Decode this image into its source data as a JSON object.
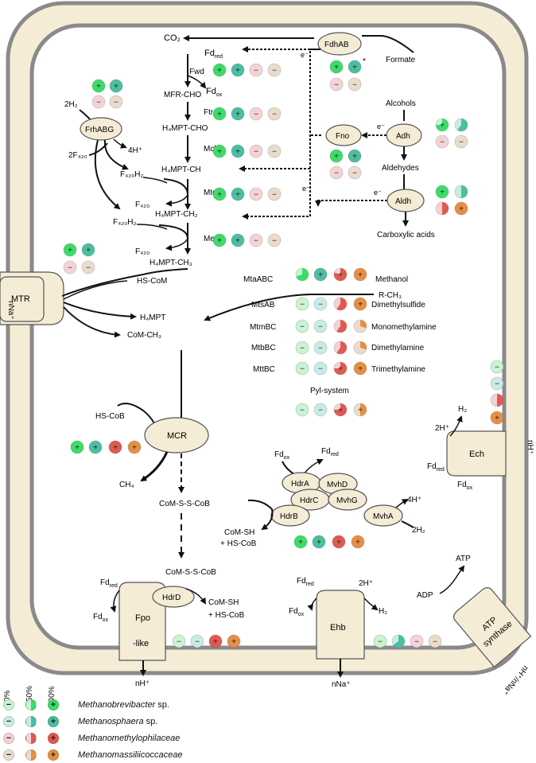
{
  "colors": {
    "brev_full": "#3ddc6a",
    "brev_light": "#c9f3d2",
    "sph_full": "#4bbf9f",
    "sph_light": "#c8ece3",
    "methylo_full": "#e05a52",
    "methylo_light": "#f4d3d6",
    "massil_full": "#e68f45",
    "massil_light": "#e9dccd",
    "cell_fill": "#f5ecd6",
    "membrane": "#7a7a7a"
  },
  "metabolites": {
    "co2": "CO₂",
    "fd_red_top": "Fd",
    "fd_red_top_sub": "red",
    "fwd": "Fwd",
    "fd_ox_top": "Fd",
    "fd_ox_top_sub": "ox",
    "mfr_cho": "MFR-CHO",
    "ftr": "Ftr",
    "h4mpt_cho": "H₄MPT-CHO",
    "mch": "Mch",
    "h4mpt_ch": "H₄MPT-CH",
    "mtd": "Mtd",
    "f420_a": "F₄₂₀",
    "h4mpt_ch2": "H₄MPT-CH₂",
    "mer": "Mer",
    "f420_b": "F₄₂₀",
    "h4mpt_ch3": "H₄MPT-CH₃",
    "hs_com": "HS-CoM",
    "h4mpt": "H₄MPT",
    "com_ch3": "CoM-CH₃",
    "two_h2": "2H₂",
    "frhabg": "FrhABG",
    "four_h": "4H⁺",
    "two_f420": "2F₄₂₀",
    "f420h2_a": "F₄₂₀H₂",
    "f420h2_b": "F₄₂₀H₂",
    "fdhab": "FdhAB",
    "formate": "Formate",
    "e_minus_1": "e⁻",
    "e_minus_2": "e⁻",
    "e_minus_3": "e⁻",
    "e_minus_4": "e⁻",
    "alcohols": "Alcohols",
    "fno": "Fno",
    "adh": "Adh",
    "aldehydes": "Aldehydes",
    "aldh": "Aldh",
    "carboxylic": "Carboxylic acids",
    "mtaabc": "MtaABC",
    "methanol": "Methanol",
    "r_ch3": "R-CH₃",
    "mtsab": "MtsAB",
    "dms": "Dimethylsulfide",
    "mtmbc": "MtmBC",
    "mma": "Monomethylamine",
    "mtbbc": "MtbBC",
    "dma": "Dimethylamine",
    "mttbc": "MttBC",
    "tma": "Trimethylamine",
    "pyl": "Pyl-system",
    "mtr": "MTR",
    "nna_left": "nNa⁺",
    "hs_cob": "HS-CoB",
    "mcr": "MCR",
    "ch4": "CH₄",
    "com_s_s_cob_1": "CoM-S-S-CoB",
    "com_s_s_cob_2": "CoM-S-S-CoB",
    "fd_ox_hdr": "Fd",
    "fd_ox_hdr_sub": "ox",
    "fd_red_hdr": "Fd",
    "fd_red_hdr_sub": "red",
    "hdra": "HdrA",
    "mvhd": "MvhD",
    "hdrc": "HdrC",
    "mvhg": "MvhG",
    "hdrb": "HdrB",
    "mvha": "MvhA",
    "four_h_hdr": "4H⁺",
    "two_h2_hdr": "2H₂",
    "com_sh_1": "CoM-SH",
    "hs_cob_1": "+ HS-CoB",
    "ech": "Ech",
    "h2_ech": "H₂",
    "two_h_ech": "2H⁺",
    "fd_red_ech": "Fd",
    "fd_red_ech_sub": "red",
    "fd_ox_ech": "Fd",
    "fd_ox_ech_sub": "ox",
    "nh_right": "nH⁺",
    "fd_red_fpo": "Fd",
    "fd_red_fpo_sub": "red",
    "fd_ox_fpo": "Fd",
    "fd_ox_fpo_sub": "ox",
    "fpo": "Fpo",
    "like": "-like",
    "hdrd": "HdrD",
    "com_sh_2": "CoM-SH",
    "hs_cob_2": "+ HS-CoB",
    "nh_bottom": "nH⁺",
    "fd_red_ehb": "Fd",
    "fd_red_ehb_sub": "red",
    "two_h_ehb": "2H⁺",
    "fd_ox_ehb": "Fd",
    "fd_ox_ehb_sub": "ox",
    "h2_ehb": "H₂",
    "ehb": "Ehb",
    "nna_bottom": "nNa⁺",
    "atp": "ATP",
    "adp": "ADP",
    "atp_synthase_1": "ATP",
    "atp_synthase_2": "synthase",
    "nh_nna": "nH⁺/nNa⁺",
    "asterisk": "*"
  },
  "legend": {
    "headers": [
      "0%",
      "50%",
      "100%"
    ],
    "taxa": [
      {
        "name": "Methanobrevibacter",
        "suffix": " sp."
      },
      {
        "name": "Methanosphaera",
        "suffix": " sp."
      },
      {
        "name": "Methanomethylophilaceae",
        "suffix": ""
      },
      {
        "name": "Methanomassiliicoccaceae",
        "suffix": ""
      }
    ]
  }
}
